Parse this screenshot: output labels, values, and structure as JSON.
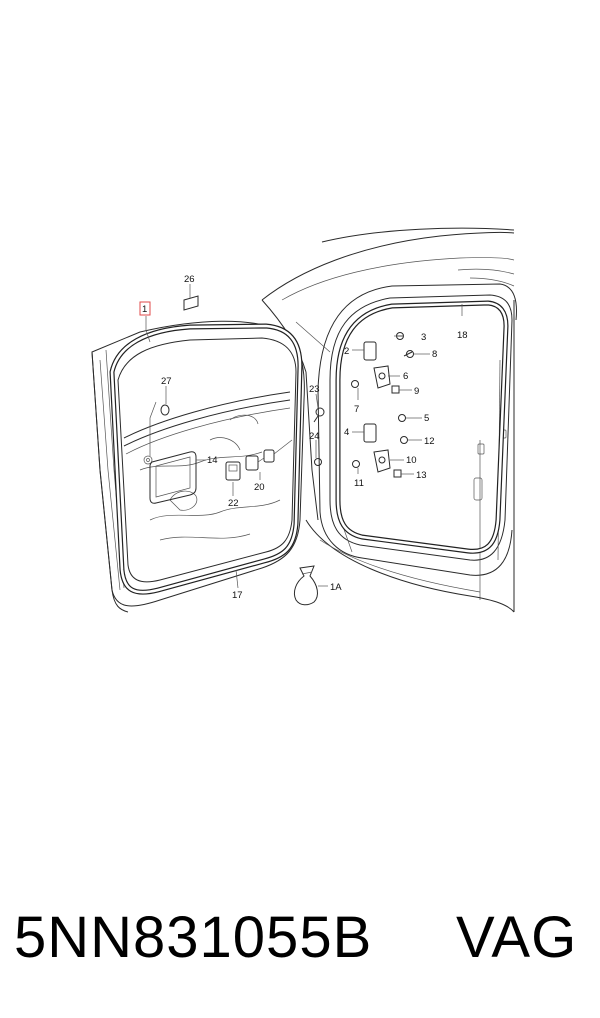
{
  "footer": {
    "part_number": "5NN831055B",
    "brand": "VAG"
  },
  "callouts": [
    {
      "id": "c1",
      "label": "1",
      "highlighted": true
    },
    {
      "id": "c26",
      "label": "26"
    },
    {
      "id": "c27",
      "label": "27"
    },
    {
      "id": "c14",
      "label": "14"
    },
    {
      "id": "c22",
      "label": "22"
    },
    {
      "id": "c20",
      "label": "20"
    },
    {
      "id": "c23",
      "label": "23"
    },
    {
      "id": "c24",
      "label": "24"
    },
    {
      "id": "c17",
      "label": "17"
    },
    {
      "id": "c1A",
      "label": "1A"
    },
    {
      "id": "c18",
      "label": "18"
    },
    {
      "id": "c2",
      "label": "2"
    },
    {
      "id": "c3",
      "label": "3"
    },
    {
      "id": "c8",
      "label": "8"
    },
    {
      "id": "c6",
      "label": "6"
    },
    {
      "id": "c9",
      "label": "9"
    },
    {
      "id": "c7",
      "label": "7"
    },
    {
      "id": "c5",
      "label": "5"
    },
    {
      "id": "c4",
      "label": "4"
    },
    {
      "id": "c12",
      "label": "12"
    },
    {
      "id": "c10",
      "label": "10"
    },
    {
      "id": "c11",
      "label": "11"
    },
    {
      "id": "c13",
      "label": "13"
    }
  ],
  "colors": {
    "line": "#2b2b2b",
    "highlight_box": "#e04a4a",
    "background": "#ffffff"
  }
}
